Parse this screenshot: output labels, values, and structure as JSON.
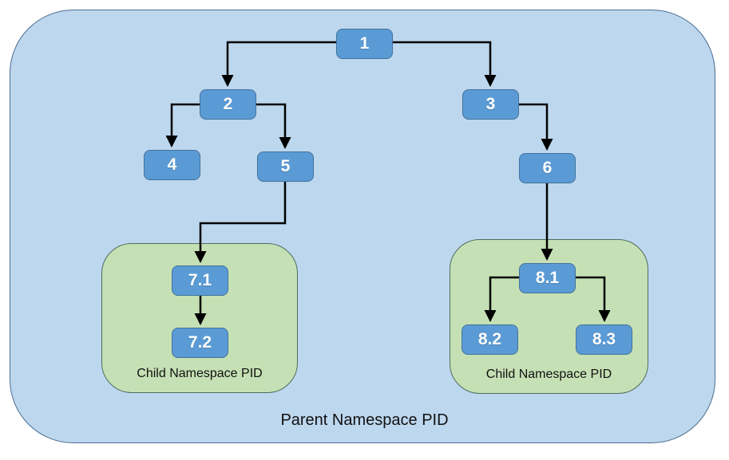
{
  "diagram": {
    "type": "tree",
    "parent_namespace": {
      "label": "Parent Namespace PID"
    },
    "child_namespaces": [
      {
        "side": "left",
        "label": "Child Namespace PID",
        "nodes": [
          "7.1",
          "7.2"
        ]
      },
      {
        "side": "right",
        "label": "Child Namespace PID",
        "nodes": [
          "8.1",
          "8.2",
          "8.3"
        ]
      }
    ],
    "nodes": [
      {
        "id": "1",
        "label": "1"
      },
      {
        "id": "2",
        "label": "2"
      },
      {
        "id": "3",
        "label": "3"
      },
      {
        "id": "4",
        "label": "4"
      },
      {
        "id": "5",
        "label": "5"
      },
      {
        "id": "6",
        "label": "6"
      },
      {
        "id": "7.1",
        "label": "7.1"
      },
      {
        "id": "7.2",
        "label": "7.2"
      },
      {
        "id": "8.1",
        "label": "8.1"
      },
      {
        "id": "8.2",
        "label": "8.2"
      },
      {
        "id": "8.3",
        "label": "8.3"
      }
    ],
    "edges": [
      {
        "from": "1",
        "to": "2"
      },
      {
        "from": "1",
        "to": "3"
      },
      {
        "from": "2",
        "to": "4"
      },
      {
        "from": "2",
        "to": "5"
      },
      {
        "from": "3",
        "to": "6"
      },
      {
        "from": "5",
        "to": "7.1"
      },
      {
        "from": "7.1",
        "to": "7.2"
      },
      {
        "from": "6",
        "to": "8.1"
      },
      {
        "from": "8.1",
        "to": "8.2"
      },
      {
        "from": "8.1",
        "to": "8.3"
      }
    ],
    "colors": {
      "parent_fill": "#BDD7EE",
      "parent_border": "#4a6e90",
      "child_fill": "#C5E0B4",
      "child_border": "#4f6d5f",
      "node_fill": "#5B9BD5",
      "node_border": "#41719C",
      "node_text": "#ffffff",
      "connector": "#000000",
      "label_text": "#111111"
    }
  }
}
